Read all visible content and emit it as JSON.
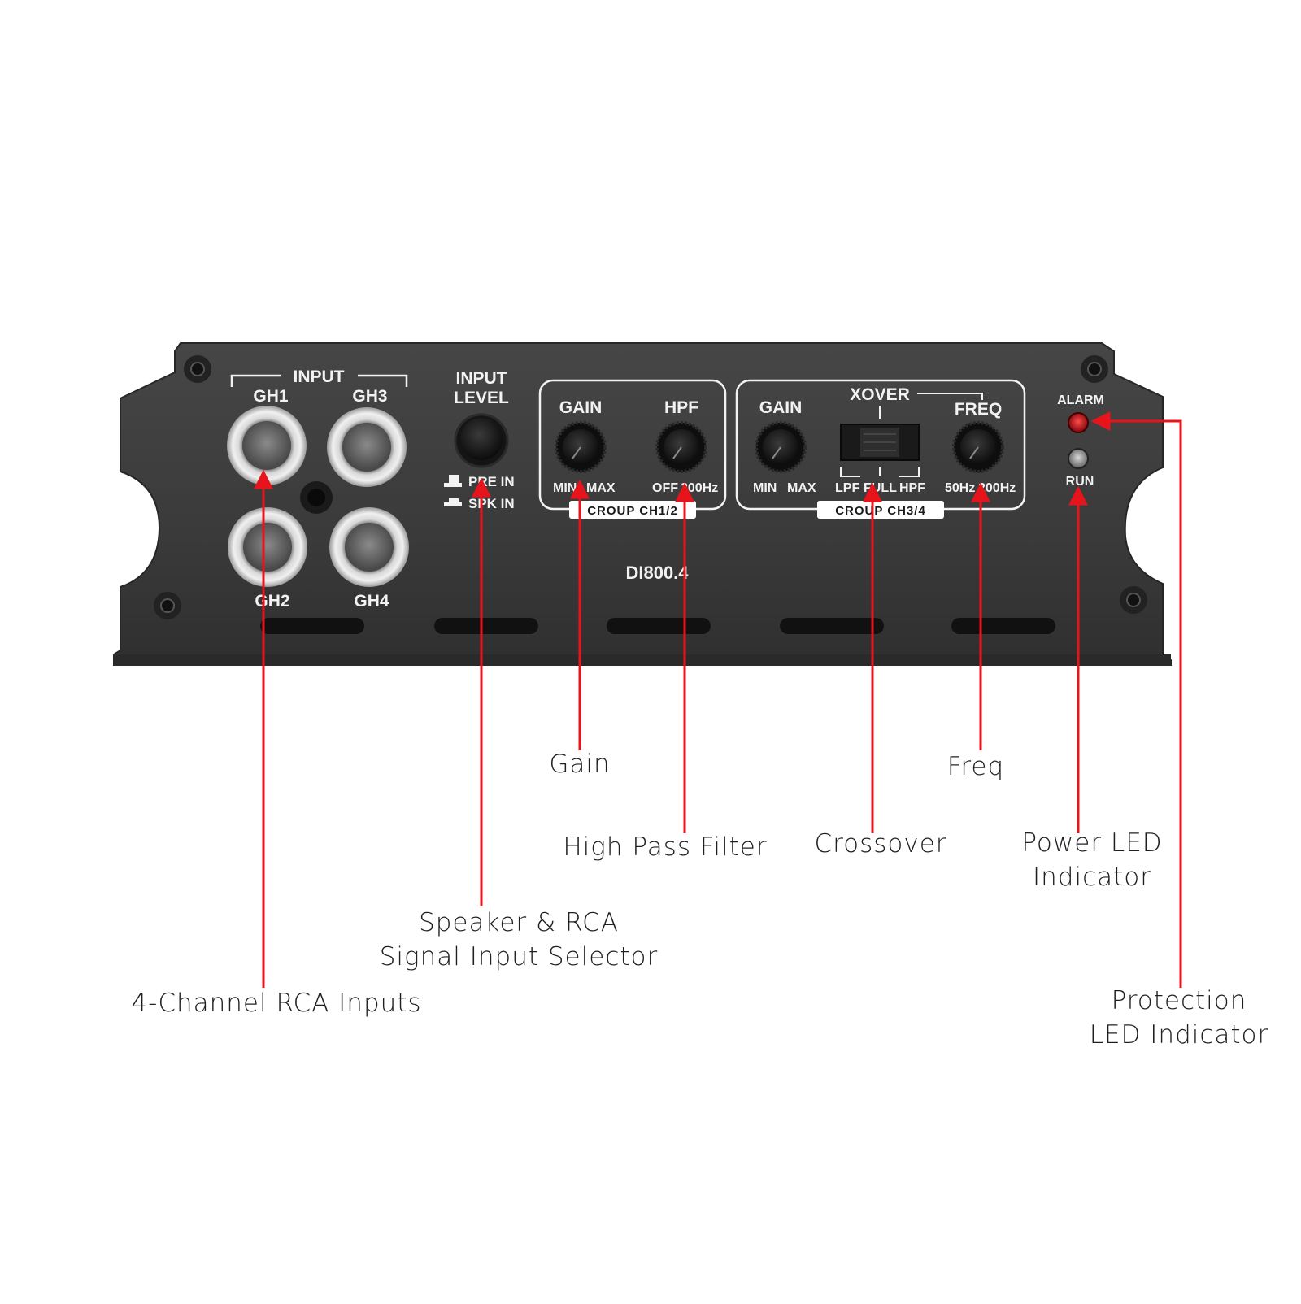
{
  "panel": {
    "input_header": "INPUT",
    "ch1": "GH1",
    "ch2": "GH2",
    "ch3": "GH3",
    "ch4": "GH4",
    "input_level_line1": "INPUT",
    "input_level_line2": "LEVEL",
    "pre_in": "PRE IN",
    "spk_in": "SPK IN",
    "group1": {
      "gain": "GAIN",
      "hpf": "HPF",
      "gain_min": "MIN",
      "gain_max": "MAX",
      "hpf_off": "OFF",
      "hpf_max": "200Hz",
      "label": "CROUP CH1/2"
    },
    "group2": {
      "gain": "GAIN",
      "xover": "XOVER",
      "freq": "FREQ",
      "gain_min": "MIN",
      "gain_max": "MAX",
      "lpf": "LPF",
      "full": "FULL",
      "hpf": "HPF",
      "freq_min": "50Hz",
      "freq_max": "200Hz",
      "label": "CROUP CH3/4"
    },
    "model": "DI800.4",
    "alarm": "ALARM",
    "run": "RUN"
  },
  "colors": {
    "chassis": "#3a3a3a",
    "arrow": "#e8141c",
    "alarm_led": "#c8101a",
    "label_text": "#f2f2f2"
  },
  "callouts": {
    "rca_inputs": "4-Channel RCA Inputs",
    "selector_line1": "Speaker & RCA",
    "selector_line2": "Signal Input Selector",
    "gain": "Gain",
    "hpf": "High Pass Filter",
    "crossover": "Crossover",
    "freq": "Freq",
    "power_line1": "Power LED",
    "power_line2": "Indicator",
    "protection_line1": "Protection",
    "protection_line2": "LED Indicator"
  }
}
